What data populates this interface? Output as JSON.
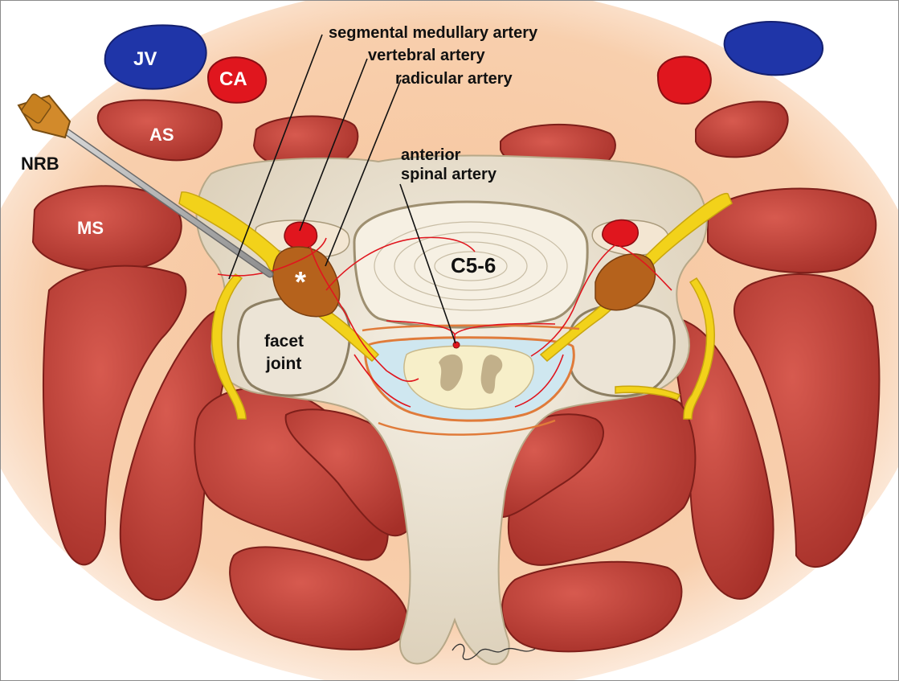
{
  "labels": {
    "jv": "JV",
    "ca": "CA",
    "as": "AS",
    "ms": "MS",
    "nrb": "NRB",
    "vertebra": "C5-6",
    "facet_line1": "facet",
    "facet_line2": "joint",
    "asterisk": "*",
    "segmental": "segmental medullary artery",
    "vertebral": "vertebral artery",
    "radicular": "radicular artery",
    "anterior_line1": "anterior",
    "anterior_line2": "spinal artery"
  },
  "colors": {
    "muscle": "#c8433a",
    "artery": "#e0161e",
    "vein": "#1f35a8",
    "nerve": "#f2d21a",
    "bone": "#ebe2d1",
    "background_glow": "#f7c9a3",
    "dura": "#cfe7f0"
  }
}
